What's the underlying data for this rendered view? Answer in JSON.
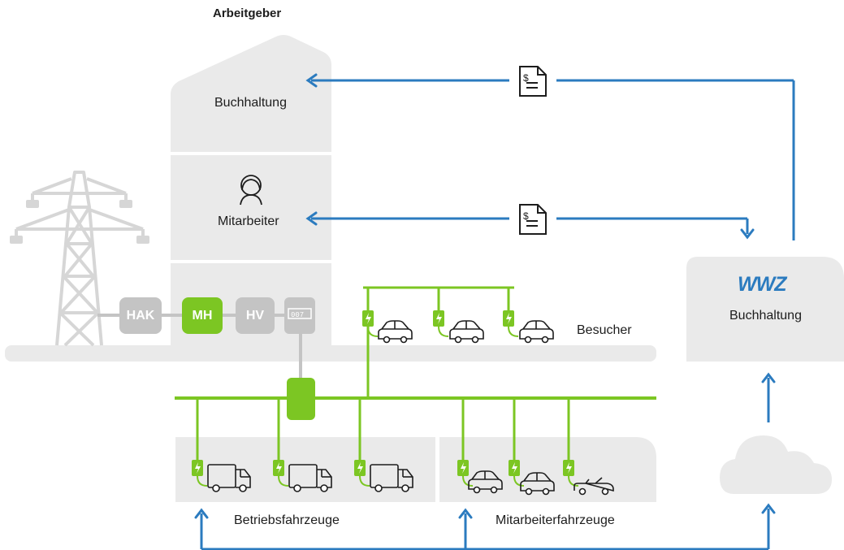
{
  "employer": {
    "title": "Arbeitgeber",
    "floors": [
      "Buchhaltung",
      "Mitarbeiter"
    ]
  },
  "house_connection": {
    "boxes": [
      "HAK",
      "MH",
      "HV"
    ],
    "meter_reading": "007"
  },
  "visitors_label": "Besucher",
  "utility": {
    "logo": "WWZ",
    "label": "Buchhaltung"
  },
  "fleets": {
    "company": "Betriebsfahrzeuge",
    "employees": "Mitarbeiterfahrzeuge"
  },
  "icons": {
    "invoice": "invoice-dollar-icon",
    "person": "employee-icon",
    "cloud": "cloud-icon",
    "charger": "charging-station-icon",
    "car": "car-icon",
    "van": "delivery-van-icon",
    "convertible": "convertible-car-icon",
    "pylon": "power-pylon-icon"
  },
  "colors": {
    "building": "#eaeaea",
    "box_gray": "#c4c4c4",
    "green": "#7cc623",
    "blue": "#2b7bbf",
    "pylon": "#d4d4d4"
  }
}
